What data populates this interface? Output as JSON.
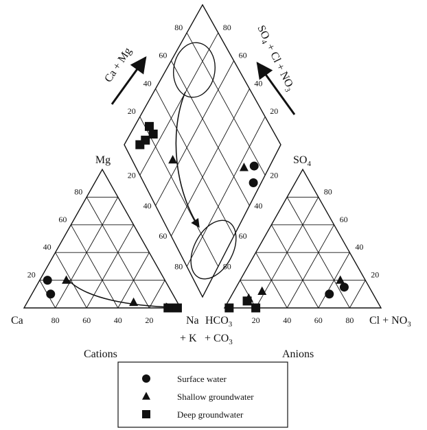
{
  "diagram": {
    "type": "piper",
    "left_triangle": {
      "vertex_left": "Ca",
      "vertex_top": "Mg",
      "vertex_right_line1": "Na",
      "vertex_right_line2": "+ K",
      "caption": "Cations",
      "bottom_ticks": [
        "80",
        "60",
        "40",
        "20"
      ],
      "side_ticks": [
        "20",
        "40",
        "60",
        "80"
      ]
    },
    "right_triangle": {
      "vertex_left_line1": "HCO",
      "vertex_left_sub": "3",
      "vertex_left_line2": "+ CO",
      "vertex_left_line2_sub": "3",
      "vertex_top": "SO",
      "vertex_top_sub": "4",
      "vertex_right": "Cl + NO",
      "vertex_right_sub": "3",
      "caption": "Anions",
      "bottom_ticks": [
        "20",
        "40",
        "60",
        "80"
      ],
      "side_ticks": [
        "20",
        "40",
        "60",
        "80"
      ]
    },
    "diamond": {
      "upper_left_ticks": [
        "80",
        "60",
        "40",
        "20"
      ],
      "upper_right_ticks": [
        "80",
        "60",
        "40",
        "20"
      ],
      "lower_left_ticks": [
        "20",
        "40",
        "60",
        "80"
      ],
      "lower_right_ticks": [
        "20",
        "40",
        "60",
        "80"
      ],
      "axis_left_label": "Ca + Mg",
      "axis_right_label": "SO4 + Cl + NO3"
    },
    "legend": {
      "items": [
        {
          "name": "Surface water",
          "marker": "circle"
        },
        {
          "name": "Shallow groundwater",
          "marker": "triangle"
        },
        {
          "name": "Deep groundwater",
          "marker": "square"
        }
      ]
    },
    "samples": {
      "cation": [
        {
          "marker": "circle",
          "ca": 75,
          "mg": 20,
          "na": 5
        },
        {
          "marker": "circle",
          "ca": 78,
          "mg": 10,
          "na": 12
        },
        {
          "marker": "triangle",
          "ca": 63,
          "mg": 20,
          "na": 17
        },
        {
          "marker": "triangle",
          "ca": 28,
          "mg": 4,
          "na": 68
        },
        {
          "marker": "square",
          "ca": 8,
          "mg": 0,
          "na": 92
        },
        {
          "marker": "square",
          "ca": 5,
          "mg": 0,
          "na": 95
        },
        {
          "marker": "square",
          "ca": 2,
          "mg": 0,
          "na": 98
        }
      ],
      "anion": [
        {
          "marker": "circle",
          "cl": 62,
          "so4": 10
        },
        {
          "marker": "circle",
          "cl": 69,
          "so4": 15
        },
        {
          "marker": "triangle",
          "cl": 64,
          "so4": 20
        },
        {
          "marker": "triangle",
          "cl": 12,
          "so4": 7
        },
        {
          "marker": "triangle",
          "cl": 18,
          "so4": 12
        },
        {
          "marker": "square",
          "cl": 3,
          "so4": 0
        },
        {
          "marker": "square",
          "cl": 12,
          "so4": 5
        },
        {
          "marker": "square",
          "cl": 20,
          "so4": 0
        }
      ],
      "diamond": [
        {
          "marker": "circle",
          "nak": 5,
          "so4cl": 70
        },
        {
          "marker": "circle",
          "nak": 10,
          "so4cl": 76
        },
        {
          "marker": "triangle",
          "nak": 16,
          "so4cl": 69
        },
        {
          "marker": "triangle",
          "nak": 64,
          "so4cl": 26
        },
        {
          "marker": "square",
          "nak": 85,
          "so4cl": 22
        },
        {
          "marker": "square",
          "nak": 88,
          "so4cl": 15
        },
        {
          "marker": "square",
          "nak": 90,
          "so4cl": 22
        },
        {
          "marker": "square",
          "nak": 90,
          "so4cl": 10
        }
      ]
    }
  }
}
